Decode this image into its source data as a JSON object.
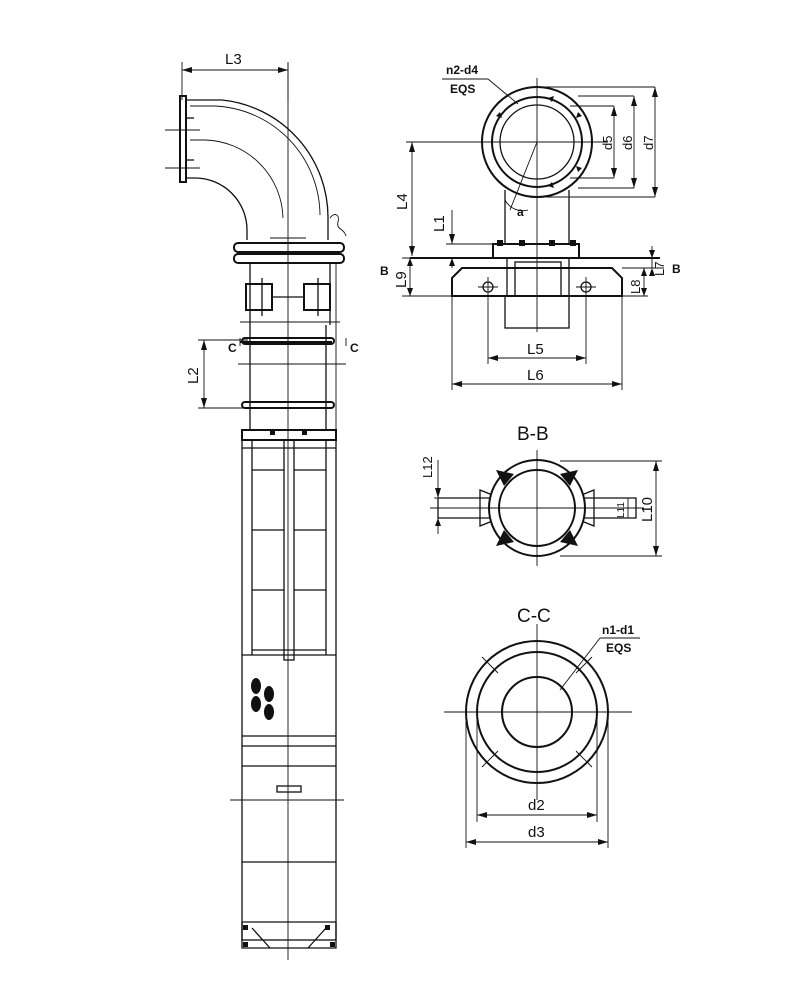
{
  "dims": {
    "L1": "L1",
    "L2": "L2",
    "L3": "L3",
    "L4": "L4",
    "L5": "L5",
    "L6": "L6",
    "L7": "L7",
    "L8": "L8",
    "L9": "L9",
    "L10": "L10",
    "L11": "L11",
    "L12": "L12",
    "d2": "d2",
    "d3": "d3",
    "d5": "d5",
    "d6": "d6",
    "d7": "d7",
    "a": "a"
  },
  "sections": {
    "b_marker": "B",
    "c_marker": "C",
    "bb_title": "B-B",
    "cc_title": "C-C"
  },
  "notes": {
    "top_holes": "n2-d4",
    "top_eqs": "EQS",
    "cc_holes": "n1-d1",
    "cc_eqs": "EQS"
  }
}
